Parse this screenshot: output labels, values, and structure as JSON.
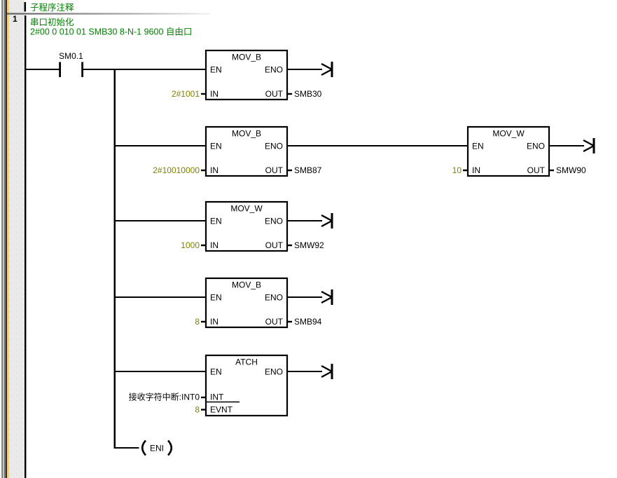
{
  "header": {
    "title": "子程序注释"
  },
  "network": {
    "number": "1",
    "comment_title": "串口初始化",
    "comment_detail": "2#00 0 010 01 SMB30  8-N-1 9600 自由口"
  },
  "ladder": {
    "contact": {
      "operand": "SM0.1"
    },
    "boxes": [
      {
        "title": "MOV_B",
        "en_label": "EN",
        "eno_label": "ENO",
        "in_label": "IN",
        "in_value": "2#1001",
        "out_label": "OUT",
        "out_value": "SMB30"
      },
      {
        "title": "MOV_B",
        "en_label": "EN",
        "eno_label": "ENO",
        "in_label": "IN",
        "in_value": "2#10010000",
        "out_label": "OUT",
        "out_value": "SMB87"
      },
      {
        "title": "MOV_W",
        "en_label": "EN",
        "eno_label": "ENO",
        "in_label": "IN",
        "in_value": "10",
        "out_label": "OUT",
        "out_value": "SMW90"
      },
      {
        "title": "MOV_W",
        "en_label": "EN",
        "eno_label": "ENO",
        "in_label": "IN",
        "in_value": "1000",
        "out_label": "OUT",
        "out_value": "SMW92"
      },
      {
        "title": "MOV_B",
        "en_label": "EN",
        "eno_label": "ENO",
        "in_label": "IN",
        "in_value": "8",
        "out_label": "OUT",
        "out_value": "SMB94"
      },
      {
        "title": "ATCH",
        "en_label": "EN",
        "eno_label": "ENO",
        "int_label": "INT",
        "int_value": "接收字符中断:INT0",
        "evnt_label": "EVNT",
        "evnt_value": "8"
      }
    ],
    "coil": {
      "label": "ENI"
    }
  },
  "colors": {
    "comment_green": "#008000",
    "constant_olive": "#808000",
    "wire_black": "#000000",
    "margin_yellow": "#f3cf86"
  }
}
